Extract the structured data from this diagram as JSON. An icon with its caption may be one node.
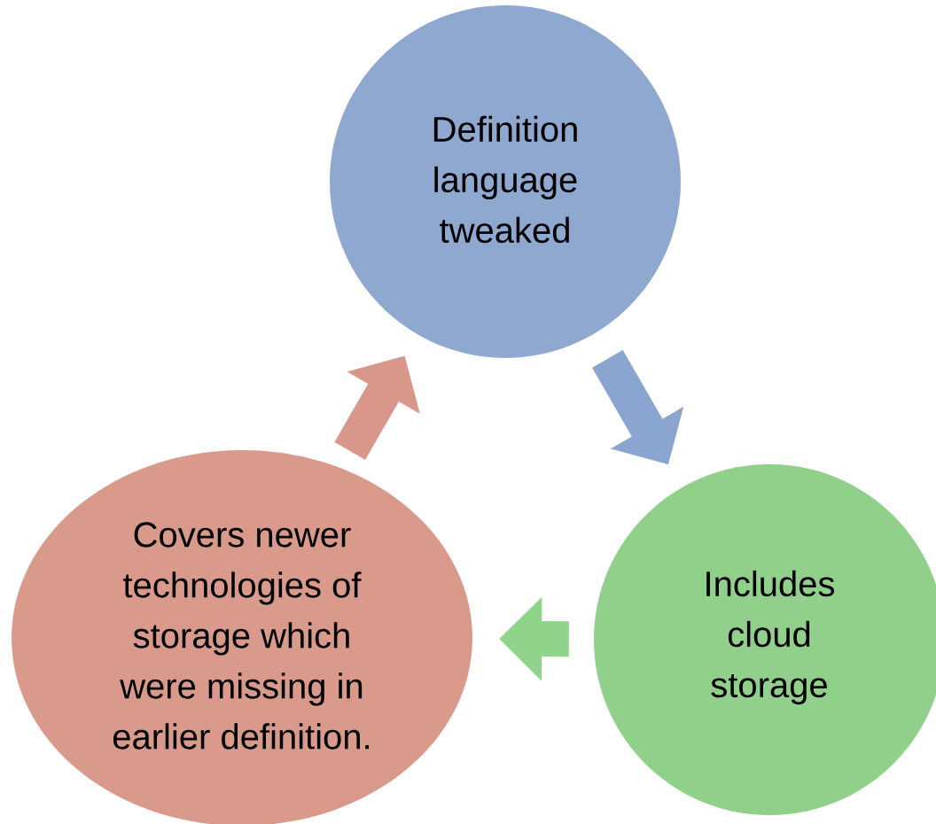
{
  "diagram": {
    "nodes": [
      {
        "text": [
          "Definition language tweaked"
        ]
      },
      {
        "text": [
          "Includes cloud storage"
        ]
      },
      {
        "text": [
          "Covers newer technologies of storage which were missing in earlier definition."
        ]
      }
    ],
    "edges": [
      {
        "from": 0,
        "to": 1,
        "arrow": "to",
        "color": "#8aa5d0"
      },
      {
        "from": 1,
        "to": 2,
        "arrow": "to",
        "color": "#90d38a"
      },
      {
        "from": 2,
        "to": 0,
        "arrow": "to",
        "color": "#d9978c"
      }
    ]
  }
}
